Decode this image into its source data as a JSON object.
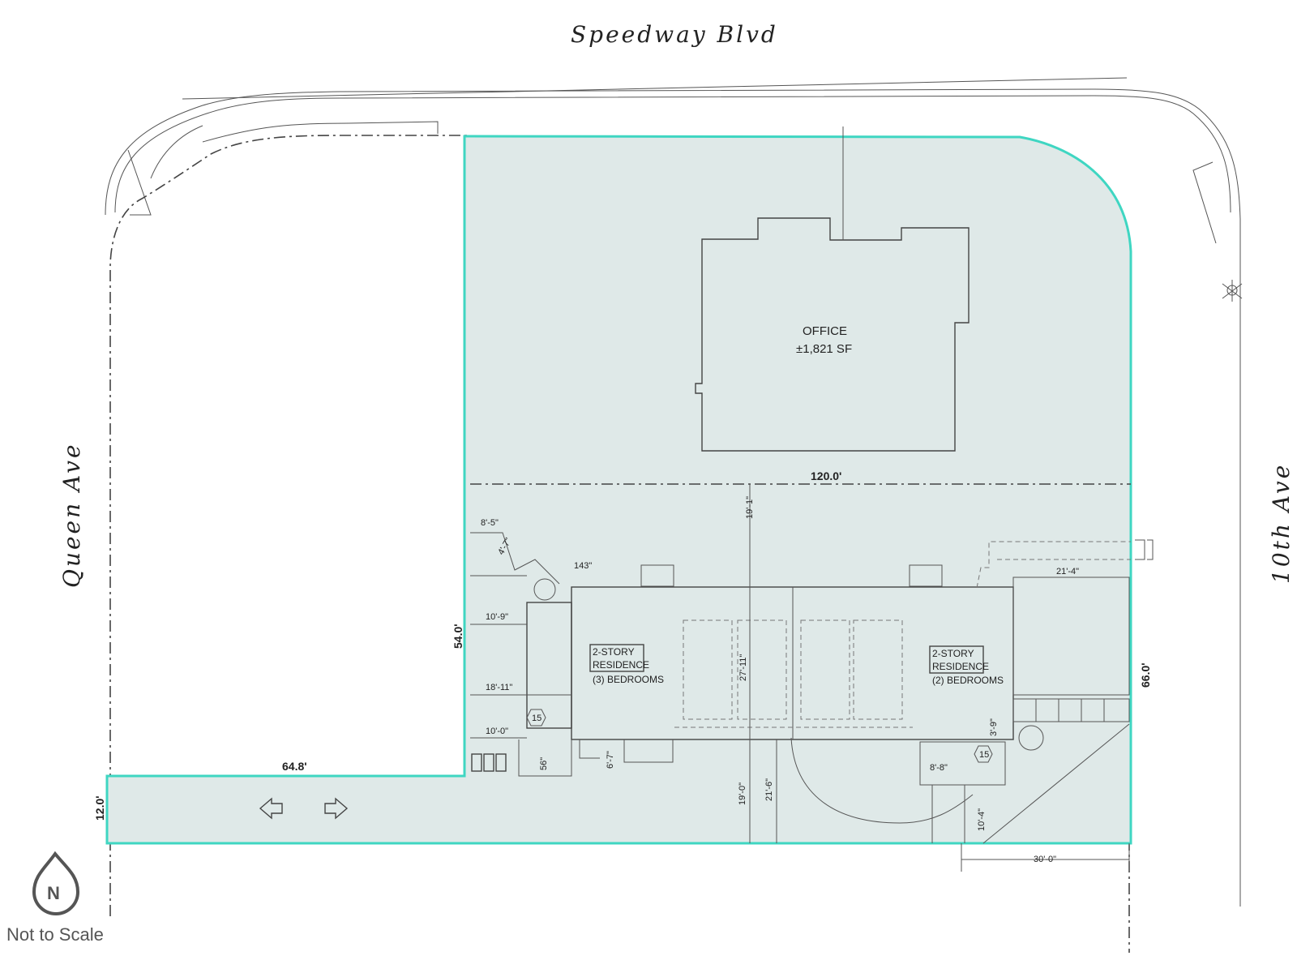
{
  "streets": {
    "north": "Speedway Blvd",
    "west": "Queen Ave",
    "east": "10th Ave"
  },
  "buildings": {
    "office": {
      "name": "OFFICE",
      "area": "±1,821 SF"
    },
    "residence_left": {
      "line1": "2-STORY",
      "line2": "RESIDENCE",
      "line3": "(3) BEDROOMS"
    },
    "residence_right": {
      "line1": "2-STORY",
      "line2": "RESIDENCE",
      "line3": "(2) BEDROOMS"
    }
  },
  "dimensions": {
    "width_120": "120.0'",
    "depth_54": "54.0'",
    "depth_66": "66.0'",
    "strip_64_8": "64.8'",
    "strip_12": "12.0'",
    "d_8_5": "8'-5\"",
    "d_4_7": "4'-7\"",
    "d_143": "143\"",
    "d_10_9": "10'-9\"",
    "d_18_11": "18'-11\"",
    "d_10_0": "10'-0\"",
    "d_56": "56\"",
    "d_6_7": "6'-7\"",
    "d_19_1": "19'-1\"",
    "d_27_11": "27'-11\"",
    "d_19_0": "19'-0\"",
    "d_21_6": "21'-6\"",
    "d_21_4": "21'-4\"",
    "d_3_9": "3'-9\"",
    "d_8_8": "8'-8\"",
    "d_10_4": "10'-4\"",
    "d_30_0": "30'-0\"",
    "tag_15": "15"
  },
  "compass": {
    "letter": "N",
    "icon": "north-arrow-icon"
  },
  "scale_note": "Not to Scale",
  "colors": {
    "parcel_fill": "#dfe9e8",
    "parcel_outline": "#3fd6c2"
  }
}
